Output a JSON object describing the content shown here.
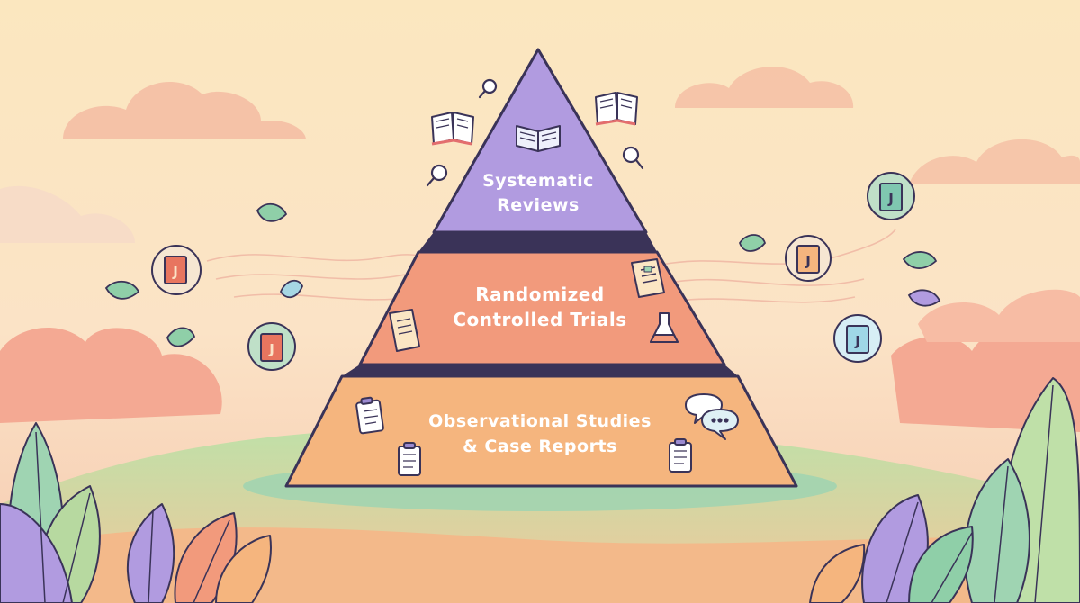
{
  "diagram": {
    "tiers": [
      {
        "id": "top",
        "lines": [
          "Systematic",
          "Reviews"
        ],
        "color": "#b19be0"
      },
      {
        "id": "middle",
        "lines": [
          "Randomized",
          "Controlled Trials"
        ],
        "color": "#f29a7c"
      },
      {
        "id": "bottom",
        "lines": [
          "Observational Studies",
          "& Case Reports"
        ],
        "color": "#f5b57e"
      }
    ],
    "outline_color": "#3a3358",
    "badge_letter": "J"
  }
}
